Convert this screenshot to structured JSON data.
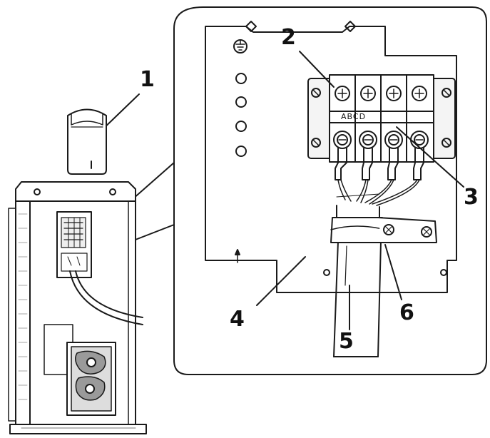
{
  "callouts": [
    {
      "id": "c1",
      "label": "1"
    },
    {
      "id": "c2",
      "label": "2"
    },
    {
      "id": "c3",
      "label": "3"
    },
    {
      "id": "c4",
      "label": "4"
    },
    {
      "id": "c5",
      "label": "5"
    },
    {
      "id": "c6",
      "label": "6"
    }
  ],
  "terminal_block": {
    "labels": [
      "A",
      "B",
      "C",
      "D"
    ]
  },
  "colors": {
    "line": "#1a1a1a",
    "fill": "#ffffff",
    "shade": "#cfcfcf",
    "dark": "#555555"
  },
  "icons": {
    "ground": "ground-symbol-icon",
    "cover": "cover-panel"
  }
}
